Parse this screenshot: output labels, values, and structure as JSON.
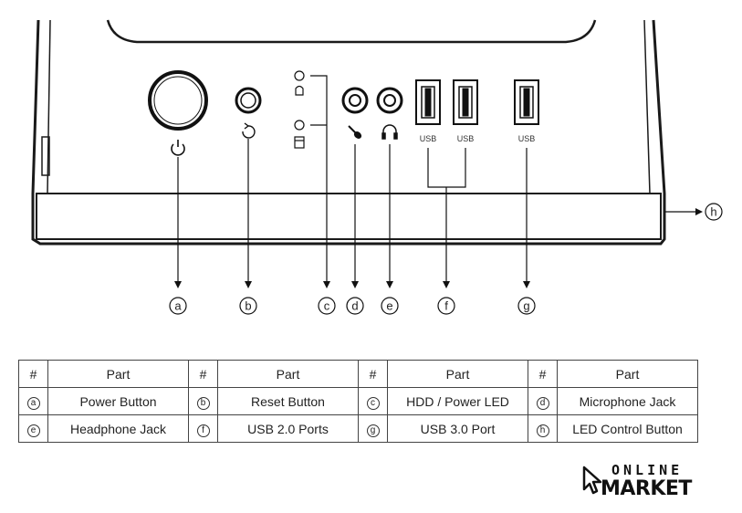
{
  "callouts": {
    "a": "a",
    "b": "b",
    "c": "c",
    "d": "d",
    "e": "e",
    "f": "f",
    "g": "g",
    "h": "h"
  },
  "usb_labels": [
    "USB",
    "USB",
    "USB"
  ],
  "table": {
    "header": [
      "#",
      "Part",
      "#",
      "Part",
      "#",
      "Part",
      "#",
      "Part"
    ],
    "rows": [
      [
        {
          "id": "a",
          "part": "Power Button"
        },
        {
          "id": "b",
          "part": "Reset Button"
        },
        {
          "id": "c",
          "part": "HDD / Power LED"
        },
        {
          "id": "d",
          "part": "Microphone Jack"
        }
      ],
      [
        {
          "id": "e",
          "part": "Headphone Jack"
        },
        {
          "id": "f",
          "part": "USB 2.0 Ports"
        },
        {
          "id": "g",
          "part": "USB 3.0 Port"
        },
        {
          "id": "h",
          "part": "LED Control Button"
        }
      ]
    ]
  },
  "logo": {
    "line1": "ONLINE",
    "line2": "MARKET"
  },
  "icons": [
    "power-icon",
    "reset-icon",
    "led-icon",
    "hdd-icon",
    "microphone-icon",
    "headphone-icon",
    "mouse-cursor-icon"
  ]
}
